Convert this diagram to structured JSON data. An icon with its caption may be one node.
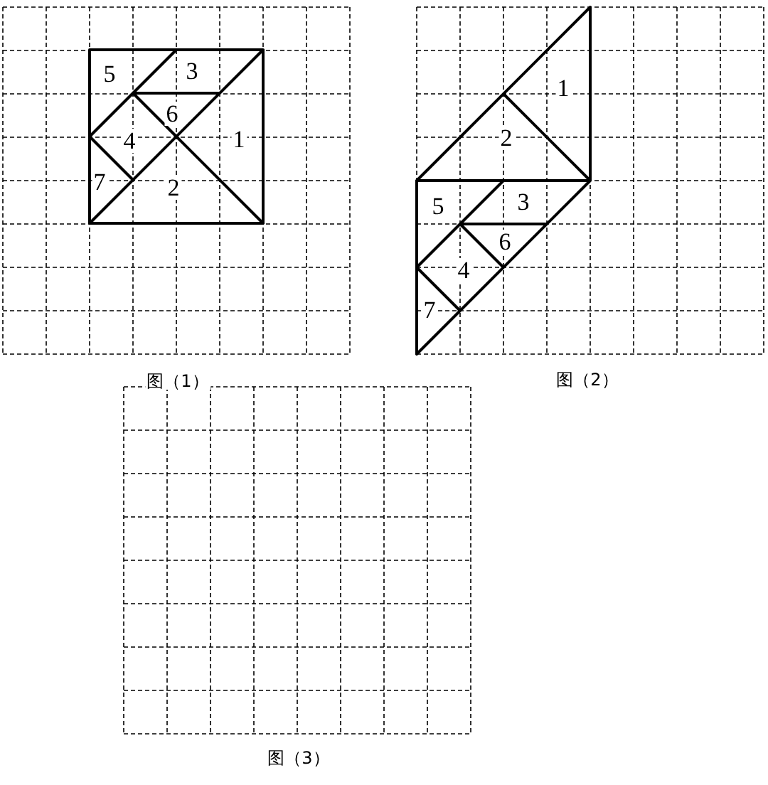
{
  "diagram": {
    "labels": [
      "5",
      "3",
      "6",
      "4",
      "1",
      "7",
      "2",
      "1",
      "2",
      "5",
      "3",
      "6",
      "4",
      "7",
      "图（1）",
      "图（2）",
      "图（3）"
    ]
  }
}
